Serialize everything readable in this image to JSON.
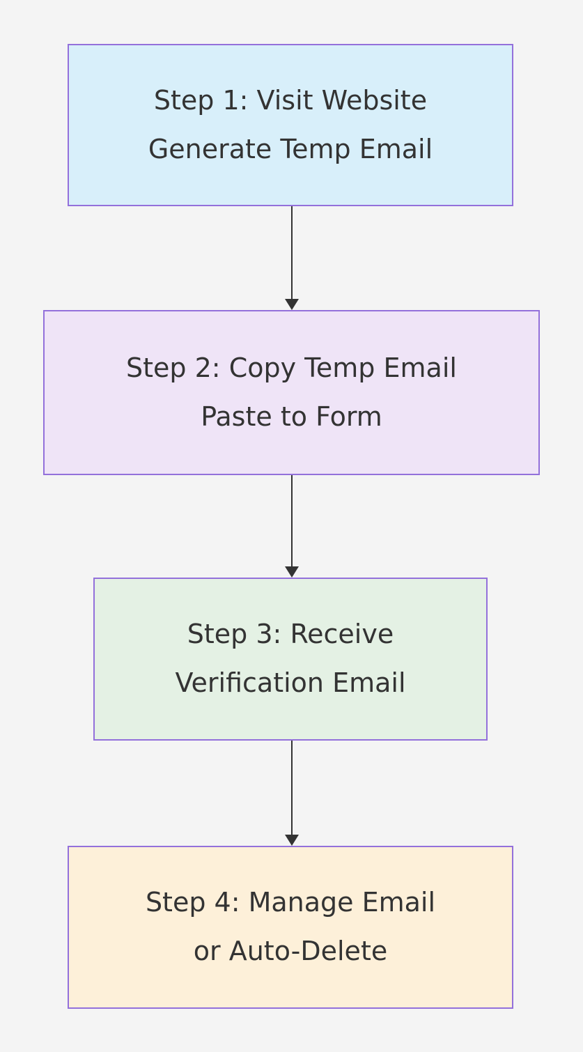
{
  "diagram": {
    "type": "flowchart",
    "direction": "top-down",
    "steps": [
      {
        "id": "step1",
        "line1": "Step 1: Visit Website",
        "line2": "Generate Temp Email",
        "fill": "#d8effa",
        "border": "#9370db"
      },
      {
        "id": "step2",
        "line1": "Step 2: Copy Temp Email",
        "line2": "Paste to Form",
        "fill": "#efe4f7",
        "border": "#9370db"
      },
      {
        "id": "step3",
        "line1": "Step 3: Receive",
        "line2": "Verification Email",
        "fill": "#e4f1e4",
        "border": "#9370db"
      },
      {
        "id": "step4",
        "line1": "Step 4: Manage Email",
        "line2": "or Auto-Delete",
        "fill": "#fdf0d9",
        "border": "#9370db"
      }
    ],
    "connectors": [
      {
        "from": "step1",
        "to": "step2"
      },
      {
        "from": "step2",
        "to": "step3"
      },
      {
        "from": "step3",
        "to": "step4"
      }
    ],
    "colors": {
      "background": "#f4f4f4",
      "arrow": "#333333",
      "text": "#333333"
    }
  }
}
